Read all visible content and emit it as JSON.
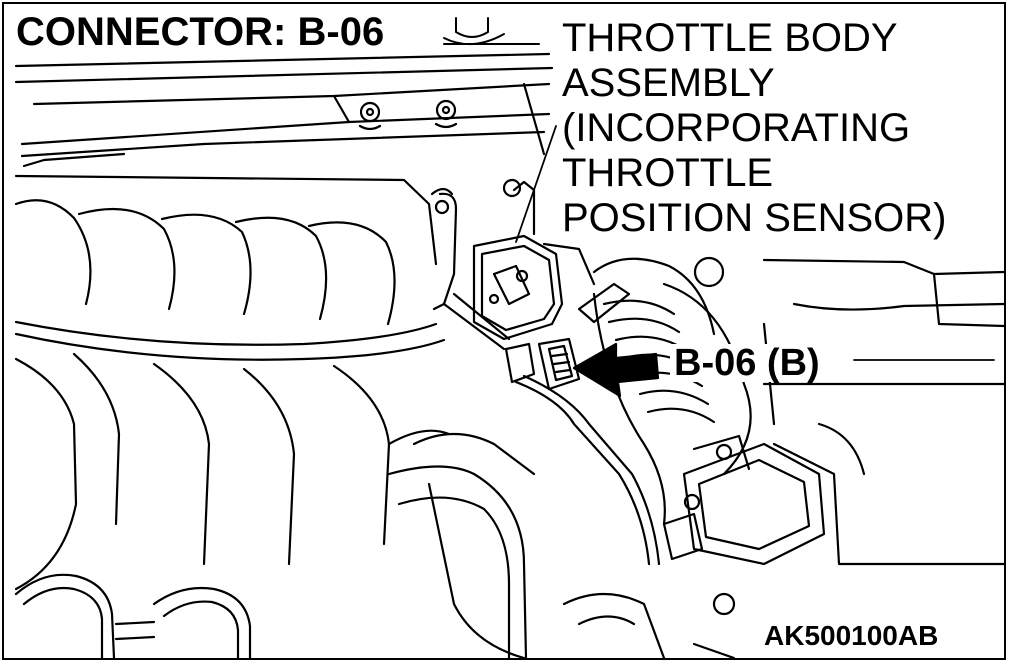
{
  "figure": {
    "connector_title": "CONNECTOR: B-06",
    "component_name": "THROTTLE BODY\nASSEMBLY\n(INCORPORATING\nTHROTTLE\nPOSITION SENSOR)",
    "callout_label": "B-06 (B)",
    "figure_code": "AK500100AB"
  },
  "icons": {
    "connector_symbol": "harness-connector-symbol-icon",
    "pointer_arrow": "pointer-arrow-icon"
  },
  "colors": {
    "ink": "#000000",
    "paper": "#ffffff"
  }
}
